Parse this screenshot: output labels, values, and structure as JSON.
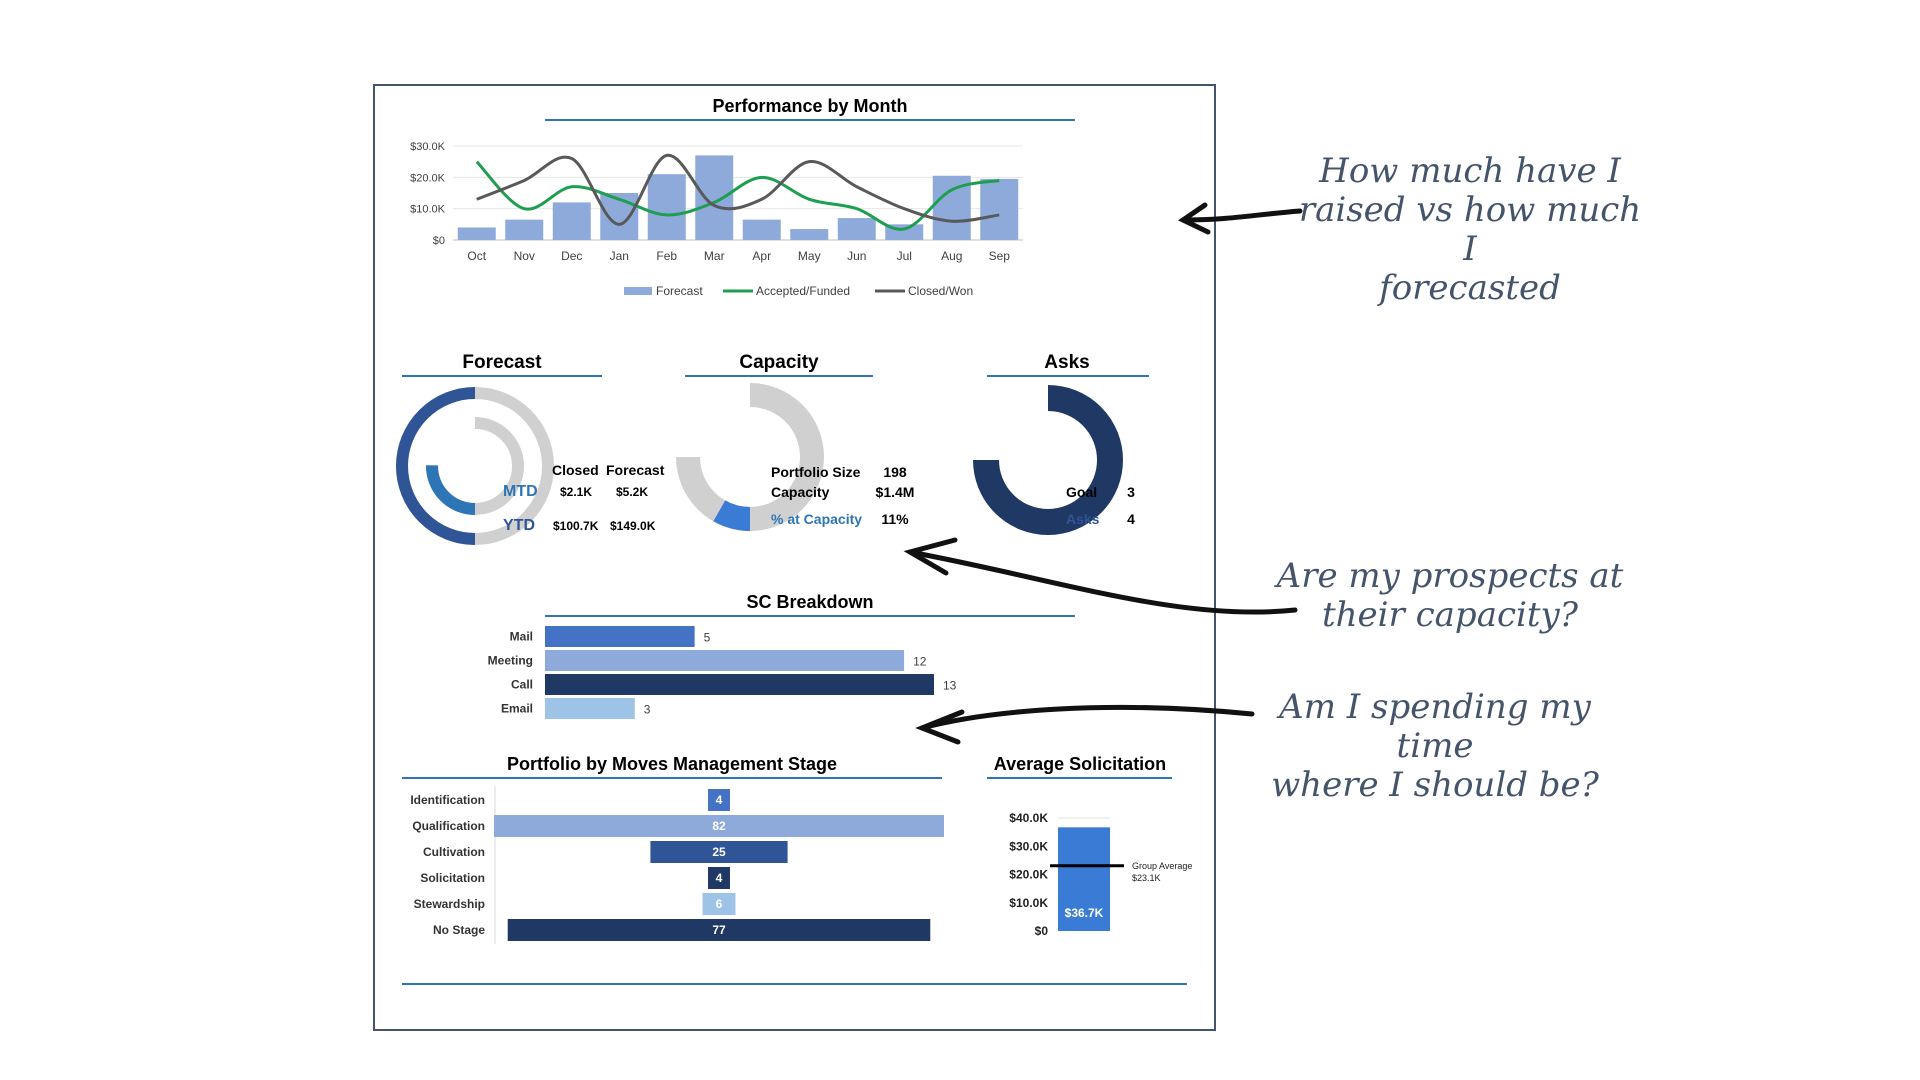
{
  "colors": {
    "bar_light": "#8eaadb",
    "bar_mid": "#4472c4",
    "bar_dark": "#1f3864",
    "bar_pale": "#9dc3e6",
    "bar_navy2": "#2f5597",
    "accepted": "#1e9e4f",
    "closed": "#595959",
    "gray": "#d0d0d0",
    "rule": "#2e75b6",
    "blue_text": "#2e75b6",
    "ann": "#44546a"
  },
  "performance": {
    "title": "Performance by Month",
    "chart_data": {
      "type": "bar",
      "categories": [
        "Oct",
        "Nov",
        "Dec",
        "Jan",
        "Feb",
        "Mar",
        "Apr",
        "May",
        "Jun",
        "Jul",
        "Aug",
        "Sep"
      ],
      "series": [
        {
          "name": "Forecast",
          "kind": "bar",
          "values": [
            4,
            6.5,
            12,
            15,
            21,
            27,
            6.5,
            3.5,
            7,
            5,
            20.5,
            19.5
          ]
        },
        {
          "name": "Accepted/Funded",
          "kind": "line",
          "values": [
            25,
            10,
            17,
            13,
            8,
            12,
            20,
            13,
            10,
            3.5,
            16,
            19
          ]
        },
        {
          "name": "Closed/Won",
          "kind": "line",
          "values": [
            13,
            19,
            26,
            5,
            27,
            11,
            13,
            25,
            17,
            10,
            6,
            8
          ]
        }
      ],
      "ytick_labels": [
        "$0",
        "$10.0K",
        "$20.0K",
        "$30.0K"
      ],
      "ylim": [
        0,
        30
      ],
      "grid": true,
      "legend_position": "bottom"
    }
  },
  "forecast": {
    "title": "Forecast",
    "col_closed": "Closed",
    "col_forecast": "Forecast",
    "mtd_label": "MTD",
    "ytd_label": "YTD",
    "mtd_closed": "$2.1K",
    "mtd_forecast": "$5.2K",
    "ytd_closed": "$100.7K",
    "ytd_forecast": "$149.0K",
    "mtd_fraction": 0.404,
    "ytd_fraction": 0.676
  },
  "capacity": {
    "title": "Capacity",
    "portfolio_size_label": "Portfolio Size",
    "portfolio_size_value": "198",
    "capacity_label": "Capacity",
    "capacity_value": "$1.4M",
    "pct_label": "% at Capacity",
    "pct_value": "11%",
    "fraction": 0.11
  },
  "asks": {
    "title": "Asks",
    "goal_label": "Goal",
    "goal_value": "3",
    "asks_label": "Asks",
    "asks_value": "4",
    "fraction": 1.0
  },
  "sc_breakdown": {
    "title": "SC Breakdown",
    "chart_data": {
      "type": "bar",
      "orientation": "horizontal",
      "categories": [
        "Mail",
        "Meeting",
        "Call",
        "Email"
      ],
      "values": [
        5,
        12,
        13,
        3
      ],
      "value_labels": [
        "5",
        "12",
        "13",
        "3"
      ],
      "colors": [
        "#4472c4",
        "#8eaadb",
        "#1f3864",
        "#9dc3e6"
      ],
      "xlim": [
        0,
        13
      ]
    }
  },
  "moves": {
    "title": "Portfolio by Moves Management Stage",
    "chart_data": {
      "type": "bar",
      "orientation": "horizontal-centered",
      "categories": [
        "Identification",
        "Qualification",
        "Cultivation",
        "Solicitation",
        "Stewardship",
        "No Stage"
      ],
      "values": [
        4,
        82,
        25,
        4,
        6,
        77
      ],
      "value_labels": [
        "4",
        "82",
        "25",
        "4",
        "6",
        "77"
      ],
      "colors": [
        "#4472c4",
        "#8eaadb",
        "#2f5597",
        "#1f3864",
        "#9dc3e6",
        "#1f3864"
      ],
      "xlim": [
        0,
        82
      ]
    }
  },
  "avg_solicitation": {
    "title": "Average Solicitation",
    "chart_data": {
      "type": "bar",
      "categories": [
        ""
      ],
      "values": [
        36.7
      ],
      "value_label": "$36.7K",
      "ytick_labels": [
        "$0",
        "$10.0K",
        "$20.0K",
        "$30.0K",
        "$40.0K"
      ],
      "ylim": [
        0,
        40
      ],
      "reference_line": 23.1
    },
    "group_avg_label": "Group Average",
    "group_avg_value": "$23.1K"
  },
  "annotations": {
    "q1": [
      "How much have I",
      "raised vs how much I",
      "forecasted"
    ],
    "q2": [
      "Are my prospects at",
      "their capacity?"
    ],
    "q3": [
      "Am I spending my time",
      "where I should be?"
    ]
  }
}
